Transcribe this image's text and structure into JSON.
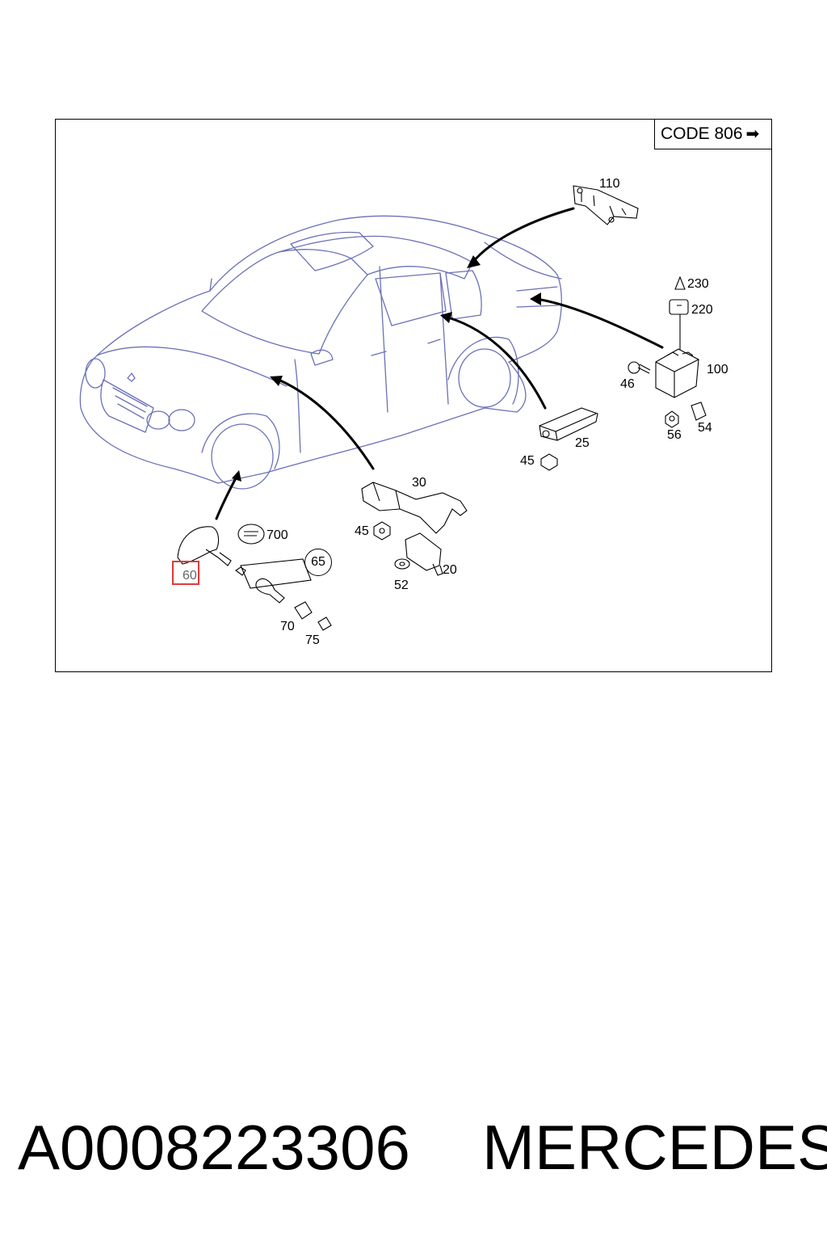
{
  "diagram": {
    "code_label": "CODE 806",
    "code_arrow": "➡",
    "callouts": {
      "c110": "110",
      "c230": "230",
      "c220": "220",
      "c100": "100",
      "c46": "46",
      "c56": "56",
      "c54": "54",
      "c25": "25",
      "c45a": "45",
      "c30": "30",
      "c45b": "45",
      "c52": "52",
      "c20": "20",
      "c700": "700",
      "c65": "65",
      "c60": "60",
      "c70": "70",
      "c75": "75"
    },
    "highlighted_part": "60",
    "highlight_color": "#e03a3a",
    "line_color": "#6a70b8"
  },
  "footer": {
    "part_number": "A0008223306",
    "brand": "MERCEDES"
  }
}
